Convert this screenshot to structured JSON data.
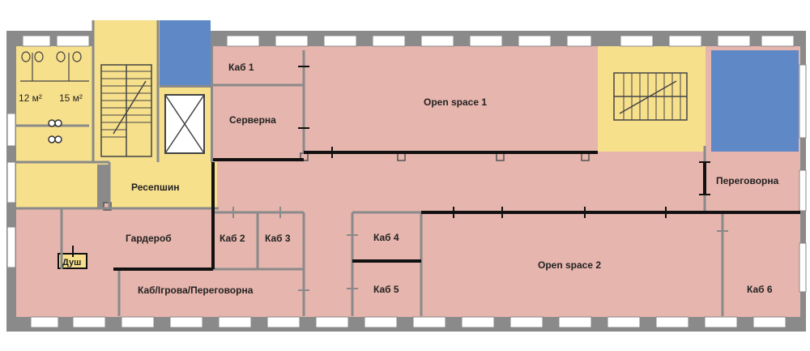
{
  "colors": {
    "office": "#e6b5ad",
    "service": "#f7e08c",
    "elevator": "#5f88c7",
    "wall": "#7b7b7b",
    "partition": "#111111"
  },
  "rooms": {
    "wc_area_1": "12 м²",
    "wc_area_2": "15 м²",
    "kab1": "Каб 1",
    "open_space_1": "Open space 1",
    "servernа": "Серверна",
    "reception": "Ресепшин",
    "meeting": "Переговорна",
    "wardrobe": "Гардероб",
    "kab2": "Каб 2",
    "kab3": "Каб 3",
    "kab4": "Каб 4",
    "shower": "Душ",
    "kab_play_meeting": "Каб/Ігрова/Переговорна",
    "kab5": "Каб 5",
    "open_space_2": "Open space 2",
    "kab6": "Каб 6"
  }
}
